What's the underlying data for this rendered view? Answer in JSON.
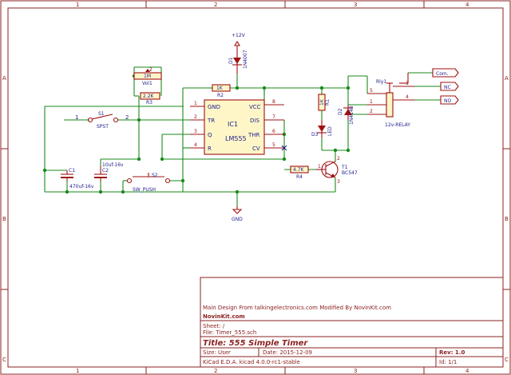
{
  "frame": {
    "col_labels": [
      "1",
      "2",
      "3",
      "4"
    ],
    "row_labels": [
      "A",
      "B",
      "C"
    ]
  },
  "power": {
    "vcc": "+12V",
    "gnd": "GND"
  },
  "parts": {
    "d1": {
      "ref": "D1",
      "value": "1N4007"
    },
    "vr1": {
      "ref": "Vol1",
      "value": "1M",
      "pin": "2"
    },
    "r2": {
      "ref": "R2",
      "value": "1K"
    },
    "r3": {
      "ref": "R3",
      "value": "2.2K"
    },
    "r1": {
      "ref": "R1",
      "value": "1K"
    },
    "r4": {
      "ref": "R4",
      "value": "4.7K"
    },
    "d2": {
      "ref": "D2",
      "value": "1N4148"
    },
    "d3": {
      "ref": "D3",
      "value": "LED"
    },
    "t1": {
      "ref": "T1",
      "value": "BC547",
      "pins": [
        "1",
        "2",
        "3"
      ]
    },
    "s1": {
      "ref": "S1",
      "value": "SPST",
      "pin1": "1",
      "pin2": "2"
    },
    "s2": {
      "ref": "S2",
      "value": "SW_PUSH"
    },
    "c1": {
      "ref": "C1",
      "value": "470uf-16v"
    },
    "c2": {
      "ref": "C2",
      "value": "10uf-16v"
    },
    "rly": {
      "ref": "Rly1",
      "value": "12v-RELAY",
      "pins": [
        "5",
        "3",
        "4",
        "1",
        "2"
      ]
    }
  },
  "ic": {
    "ref": "IC1",
    "value": "LM555",
    "left_pins": [
      {
        "num": "1",
        "name": "GND"
      },
      {
        "num": "2",
        "name": "TR"
      },
      {
        "num": "3",
        "name": "Q"
      },
      {
        "num": "4",
        "name": "R"
      }
    ],
    "right_pins": [
      {
        "num": "8",
        "name": "VCC"
      },
      {
        "num": "7",
        "name": "DIS"
      },
      {
        "num": "6",
        "name": "THR"
      },
      {
        "num": "5",
        "name": "CV"
      }
    ]
  },
  "connectors": {
    "com": "Com.",
    "nc": "NC",
    "no": "NO"
  },
  "title_block": {
    "line1": "Main Design From talkingelectronics.com Modified By NovinKit.com",
    "line2": "NovinKit.com",
    "sheet": "Sheet: /",
    "file": "File: Timer_555.sch",
    "title": "Title: 555 Simple Timer",
    "size": "Size: User",
    "date": "Date: 2015-12-09",
    "rev": "Rev: 1.0",
    "kicad": "KiCad E.D.A.  kicad 4.0.0-rc1-stable",
    "id": "Id: 1/1"
  }
}
